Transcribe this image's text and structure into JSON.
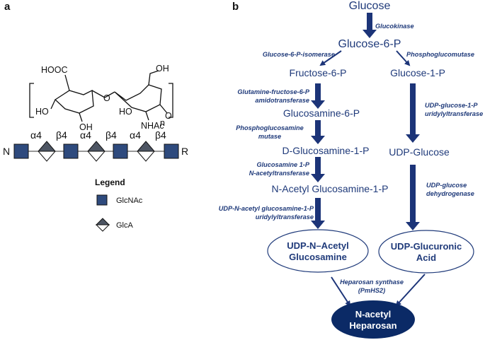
{
  "panels": {
    "a": "a",
    "b": "b"
  },
  "structure": {
    "hooc": "HOOC",
    "ho_left": "HO",
    "oh_a": "OH",
    "o_link": "O",
    "ho_mid": "HO",
    "oh_top": "OH",
    "nhac": "NHAc",
    "o_right": "O",
    "n": "n"
  },
  "chain": {
    "left_end": "N",
    "right_end": "R",
    "linkages": [
      "α4",
      "β4",
      "α4",
      "β4",
      "α4",
      "β4"
    ]
  },
  "legend": {
    "title": "Legend",
    "items": [
      {
        "label": "GlcNAc",
        "shape": "square",
        "color": "#2e4a7d"
      },
      {
        "label": "GlcA",
        "shape": "split-diamond",
        "color": "#4d5563"
      }
    ]
  },
  "pathway": {
    "glucose": "Glucose",
    "glucokinase": "Glucokinase",
    "glucose6p": "Glucose-6-P",
    "g6p_isomerase": "Glucose-6-P-isomerase",
    "phosphoglucomutase": "Phosphoglucomutase",
    "fructose6p": "Fructose-6-P",
    "glucose1p": "Glucose-1-P",
    "gfat_1": "Glutamine-fructose-6-P",
    "gfat_2": "amidotransferase",
    "glucosamine6p": "Glucosamine-6-P",
    "pgm_1": "Phosphoglucosamine",
    "pgm_2": "mutase",
    "dglucosamine1p": "D-Glucosamine-1-P",
    "acetyl_1": "Glucosamine 1-P",
    "acetyl_2": "N-acetyltransferase",
    "nacetylglcn1p": "N-Acetyl Glucosamine-1-P",
    "uri_1": "UDP-N-acetyl glucosamine-1-P",
    "uri_2": "uridylyltransferase",
    "udpg_uri_1": "UDP-glucose-1-P",
    "udpg_uri_2": "uridylyltransferase",
    "udpglucose": "UDP-Glucose",
    "dehyd_1": "UDP-glucose",
    "dehyd_2": "dehydrogenase",
    "udpglcnac_1": "UDP-N–Acetyl",
    "udpglcnac_2": "Glucosamine",
    "udpglca_1": "UDP-Glucuronic",
    "udpglca_2": "Acid",
    "hs_1": "Heparosan synthase",
    "hs_2": "(PmHS2)",
    "final_1": "N-acetyl",
    "final_2": "Heparosan"
  },
  "colors": {
    "navy": "#1f3a7a",
    "arrow": "#1c3478",
    "square": "#2e4a7d",
    "diamond_top": "#4d5563"
  }
}
